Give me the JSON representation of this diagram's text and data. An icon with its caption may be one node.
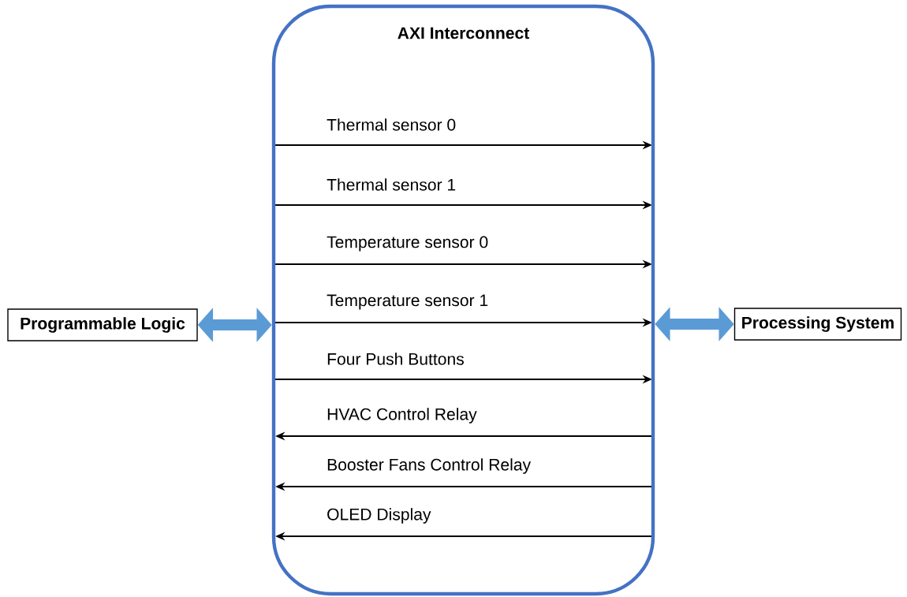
{
  "diagram": {
    "nodes": [
      {
        "text": [
          "AXI Interconnect"
        ]
      },
      {
        "text": [
          "Programmable Logic"
        ]
      },
      {
        "text": [
          "Processing System"
        ]
      }
    ],
    "edges": [
      {
        "from": 1,
        "to": 0,
        "arrow": "both"
      },
      {
        "from": 0,
        "to": 2,
        "arrow": "both"
      }
    ],
    "labels": [
      "Thermal sensor 0",
      "Thermal sensor 1",
      "Temperature sensor 0",
      "Temperature sensor 1",
      "Four Push Buttons",
      "HVAC Control Relay",
      "Booster Fans Control Relay",
      "OLED Display"
    ]
  }
}
